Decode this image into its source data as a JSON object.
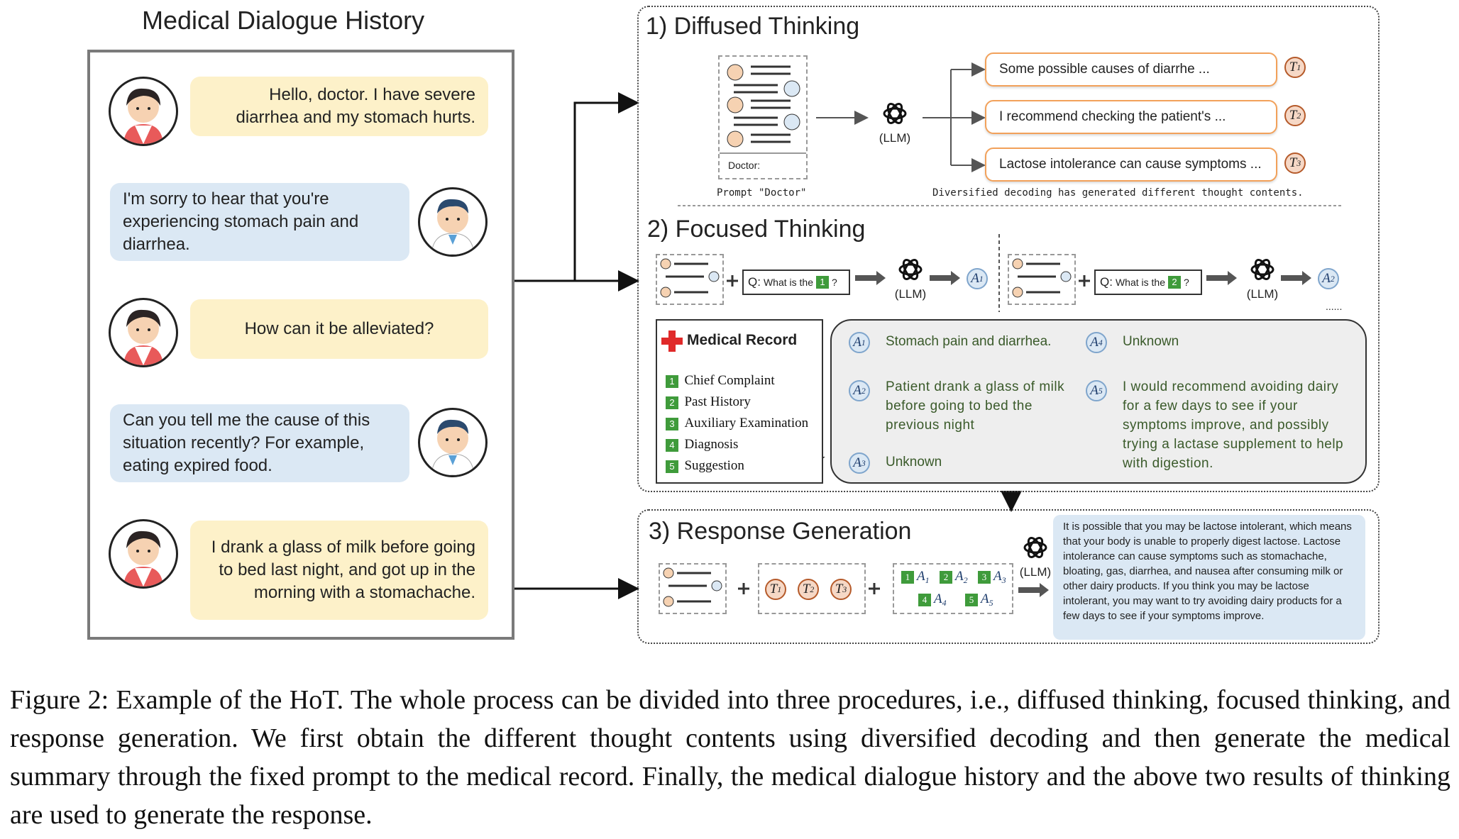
{
  "dialogue": {
    "title": "Medical Dialogue History",
    "turns": [
      {
        "speaker": "patient",
        "text": "Hello, doctor. I have severe diarrhea and my stomach hurts."
      },
      {
        "speaker": "doctor",
        "text": "I'm sorry to hear that you're experiencing stomach pain and diarrhea."
      },
      {
        "speaker": "patient",
        "text": "How can it be alleviated?"
      },
      {
        "speaker": "doctor",
        "text": "Can you tell me the cause of this situation recently? For example, eating expired food."
      },
      {
        "speaker": "patient",
        "text": "I drank a glass of milk before going to bed last night, and got up in the morning with a stomachache."
      }
    ]
  },
  "diffused": {
    "title": "1) Diffused Thinking",
    "doctor_label": "Doctor:",
    "prompt_caption": "Prompt \"Doctor\"",
    "llm_label": "(LLM)",
    "decoding_caption": "Diversified decoding has generated different thought contents.",
    "thoughts": [
      {
        "text": "Some possible causes of diarrhe ...",
        "badge": "T",
        "sub": "1"
      },
      {
        "text": "I recommend checking the patient's  ...",
        "badge": "T",
        "sub": "2"
      },
      {
        "text": "Lactose intolerance can cause symptoms ...",
        "badge": "T",
        "sub": "3"
      }
    ]
  },
  "focused": {
    "title": "2) Focused Thinking",
    "q1_prefix": "Q:",
    "q1_text": "What is the",
    "q1_key": "1",
    "q1_suffix": "?",
    "q2_prefix": "Q:",
    "q2_text": "What is the",
    "q2_key": "2",
    "q2_suffix": "?",
    "llm_label": "(LLM)",
    "a1": {
      "badge": "A",
      "sub": "1"
    },
    "a2": {
      "badge": "A",
      "sub": "2"
    },
    "ellipsis": "......",
    "record": {
      "title": "Medical Record",
      "items": [
        {
          "key": "1",
          "label": "Chief Complaint"
        },
        {
          "key": "2",
          "label": "Past History"
        },
        {
          "key": "3",
          "label": "Auxiliary Examination"
        },
        {
          "key": "4",
          "label": "Diagnosis"
        },
        {
          "key": "5",
          "label": "Suggestion"
        }
      ]
    },
    "answers": [
      {
        "badge": "A",
        "sub": "1",
        "text": "Stomach pain and diarrhea."
      },
      {
        "badge": "A",
        "sub": "2",
        "text": "Patient drank a glass of milk before going to bed the previous night"
      },
      {
        "badge": "A",
        "sub": "3",
        "text": "Unknown"
      },
      {
        "badge": "A",
        "sub": "4",
        "text": "Unknown"
      },
      {
        "badge": "A",
        "sub": "5",
        "text": "I would recommend avoiding dairy for a few days to see if your symptoms improve, and possibly trying a lactase supplement to help with digestion."
      }
    ]
  },
  "response": {
    "title": "3) Response Generation",
    "llm_label": "(LLM)",
    "t_badges": [
      {
        "badge": "T",
        "sub": "1"
      },
      {
        "badge": "T",
        "sub": "2"
      },
      {
        "badge": "T",
        "sub": "3"
      }
    ],
    "a_badges": [
      {
        "key": "1",
        "badge": "A",
        "sub": "1"
      },
      {
        "key": "2",
        "badge": "A",
        "sub": "2"
      },
      {
        "key": "3",
        "badge": "A",
        "sub": "3"
      },
      {
        "key": "4",
        "badge": "A",
        "sub": "4"
      },
      {
        "key": "5",
        "badge": "A",
        "sub": "5"
      }
    ],
    "text": "It is possible that you may be lactose intolerant, which means that your body is unable to properly digest lactose. Lactose intolerance can cause symptoms such as stomachache, bloating, gas, diarrhea, and nausea after consuming milk or other dairy products. If you think you may be lactose intolerant, you may want to try avoiding dairy products for a few days to see if your symptoms improve."
  },
  "caption": "Figure 2: Example of the HoT. The whole process can be divided into three procedures, i.e., diffused thinking, focused thinking, and response generation. We first obtain the different thought contents using diversified decoding and then generate the medical summary through the fixed prompt to the medical record. Finally, the medical dialogue history and the above two results of thinking are used to generate the response.",
  "colors": {
    "patient_bubble": "#fdf1c9",
    "doctor_bubble": "#dbe8f4",
    "thought_border": "#f2a15a",
    "green_key": "#3f9b3b",
    "red_cross": "#e02a2a"
  }
}
